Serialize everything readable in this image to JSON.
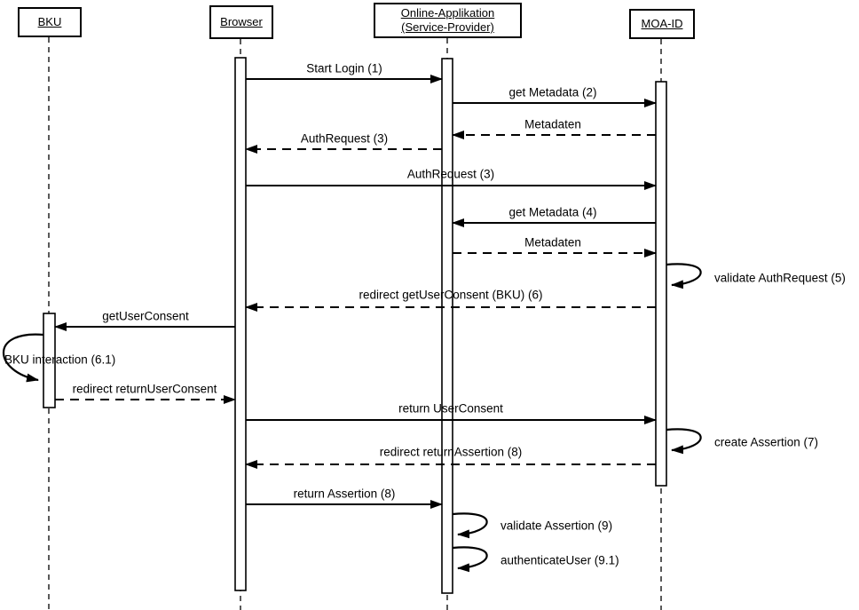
{
  "diagram": {
    "title": "MOA-ID authentication sequence",
    "colors": {
      "line": "#000000",
      "background": "#ffffff"
    },
    "participants": [
      {
        "id": "bku",
        "label": "BKU"
      },
      {
        "id": "browser",
        "label": "Browser"
      },
      {
        "id": "oa",
        "label": "Online-Applikation (Service-Provider)"
      },
      {
        "id": "moaid",
        "label": "MOA-ID"
      }
    ],
    "messages": [
      {
        "label": "Start Login (1)",
        "from": "browser",
        "to": "oa",
        "style": "solid"
      },
      {
        "label": "get Metadata (2)",
        "from": "oa",
        "to": "moaid",
        "style": "solid"
      },
      {
        "label": "Metadaten",
        "from": "moaid",
        "to": "oa",
        "style": "dashed"
      },
      {
        "label": "AuthRequest (3)",
        "from": "oa",
        "to": "browser",
        "style": "dashed"
      },
      {
        "label": "AuthRequest (3)",
        "from": "browser",
        "to": "moaid",
        "style": "solid"
      },
      {
        "label": "get Metadata (4)",
        "from": "moaid",
        "to": "oa",
        "style": "solid"
      },
      {
        "label": "Metadaten",
        "from": "oa",
        "to": "moaid",
        "style": "dashed"
      },
      {
        "label": "validate AuthRequest (5)",
        "from": "moaid",
        "to": "moaid",
        "style": "self"
      },
      {
        "label": "redirect getUserConsent (BKU) (6)",
        "from": "moaid",
        "to": "browser",
        "style": "dashed"
      },
      {
        "label": "getUserConsent",
        "from": "browser",
        "to": "bku",
        "style": "solid"
      },
      {
        "label": "BKU interaction (6.1)",
        "from": "bku",
        "to": "bku",
        "style": "self"
      },
      {
        "label": "redirect returnUserConsent",
        "from": "bku",
        "to": "browser",
        "style": "dashed"
      },
      {
        "label": "return UserConsent",
        "from": "browser",
        "to": "moaid",
        "style": "solid"
      },
      {
        "label": "create Assertion (7)",
        "from": "moaid",
        "to": "moaid",
        "style": "self"
      },
      {
        "label": "redirect returnAssertion (8)",
        "from": "moaid",
        "to": "browser",
        "style": "dashed"
      },
      {
        "label": "return Assertion (8)",
        "from": "browser",
        "to": "oa",
        "style": "solid"
      },
      {
        "label": "validate Assertion (9)",
        "from": "oa",
        "to": "oa",
        "style": "self"
      },
      {
        "label": "authenticateUser (9.1)",
        "from": "oa",
        "to": "oa",
        "style": "self"
      }
    ]
  }
}
